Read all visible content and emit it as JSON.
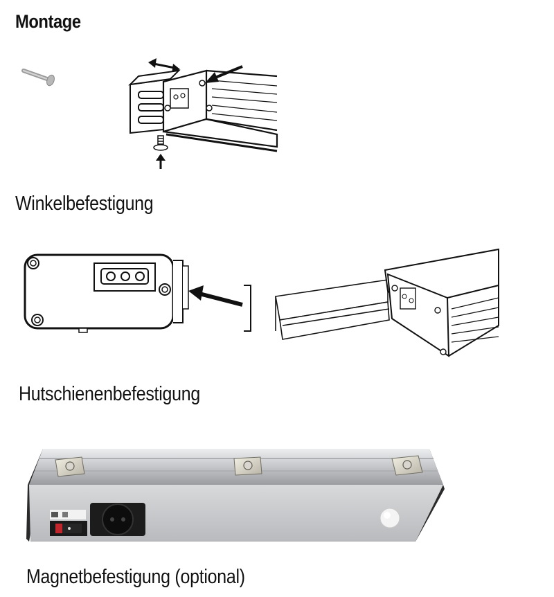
{
  "heading": "Montage",
  "sections": [
    {
      "caption": "Winkelbefestigung"
    },
    {
      "caption": "Hutschienenbefestigung"
    },
    {
      "caption": "Magnetbefestigung (optional)"
    }
  ],
  "colors": {
    "line": "#111111",
    "aluminium": "#c9cacc",
    "aluminium_light": "#e3e4e6",
    "end_cap": "#2a2a2a",
    "switch_red": "#c0262c"
  }
}
